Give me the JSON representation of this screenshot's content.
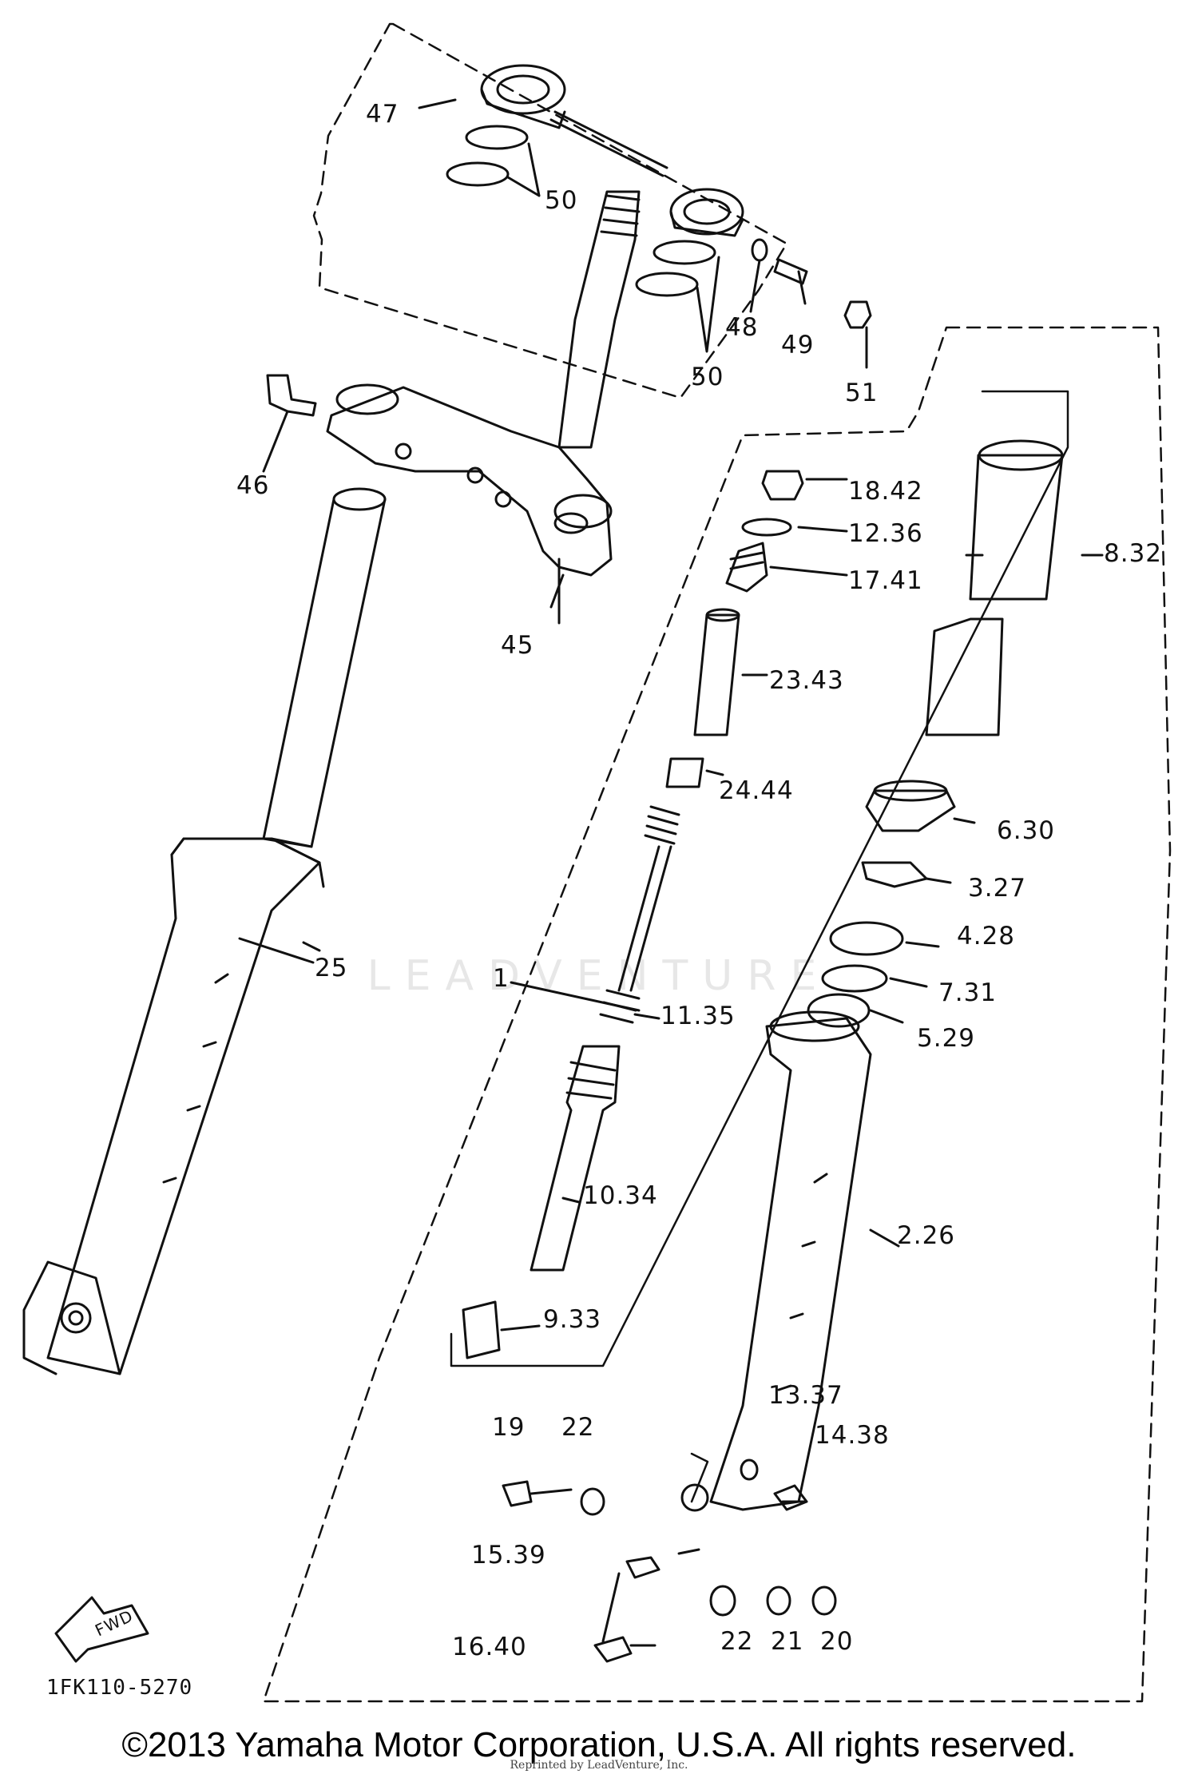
{
  "diagram": {
    "callouts": {
      "p47": "47",
      "p50a": "50",
      "p50b": "50",
      "p48": "48",
      "p49": "49",
      "p51": "51",
      "p46": "46",
      "p45": "45",
      "p18_42": "18.42",
      "p12_36": "12.36",
      "p17_41": "17.41",
      "p8_32": "8.32",
      "p23_43": "23.43",
      "p24_44": "24.44",
      "p6_30": "6.30",
      "p3_27": "3.27",
      "p4_28": "4.28",
      "p7_31": "7.31",
      "p25": "25",
      "p1": "1",
      "p11_35": "11.35",
      "p5_29": "5.29",
      "p10_34": "10.34",
      "p2_26": "2.26",
      "p9_33": "9.33",
      "p13_37": "13.37",
      "p19": "19",
      "p22a": "22",
      "p14_38": "14.38",
      "p15_39": "15.39",
      "p16_40": "16.40",
      "p22b": "22",
      "p21": "21",
      "p20": "20"
    },
    "fwd_label": "FWD",
    "diagram_code": "1FK110-5270",
    "watermark": "LEADVENTURE",
    "copyright": "©2013 Yamaha Motor Corporation, U.S.A. All rights reserved.",
    "reprint_note": "Reprinted by LeadVenture, Inc."
  }
}
